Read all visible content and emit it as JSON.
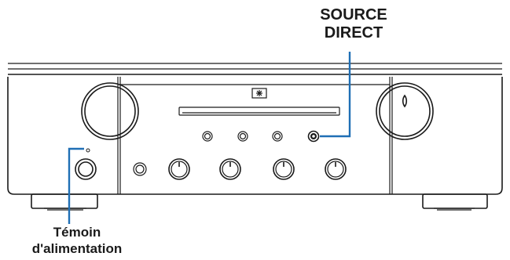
{
  "callouts": {
    "source_direct": [
      "SOURCE",
      "DIRECT"
    ],
    "power_indicator": [
      "Témoin",
      "d'alimentation"
    ]
  },
  "colors": {
    "outline": "#1a1a1a",
    "leader_line": "#1f6fb5",
    "background": "#ffffff"
  },
  "icons": {
    "disc_tray_symbol": "asterisk-icon"
  }
}
